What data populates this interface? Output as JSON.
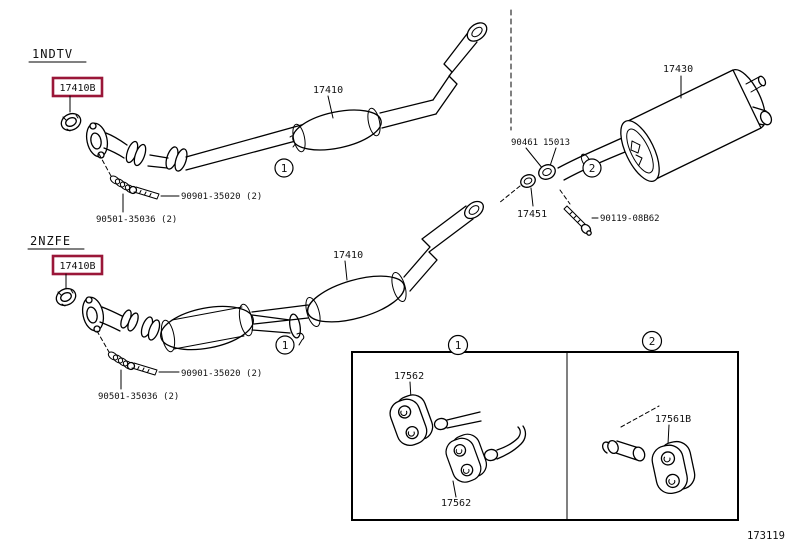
{
  "figure": {
    "number": "173119"
  },
  "colors": {
    "highlight": "#9a1638",
    "line": "#000000",
    "background": "#ffffff"
  },
  "callouts": {
    "one": "1",
    "two": "2"
  },
  "assembly_top": {
    "engine_code": "1NDTV",
    "front_pipe_gasket": "17410B",
    "spring": "90501-35036 (2)",
    "bolt": "90901-35020 (2)",
    "center_pipe": "17410",
    "clamp": "90461",
    "gasket": "15013",
    "ring": "17451",
    "muffler": "17430",
    "muffler_bolt": "90119-08B62"
  },
  "assembly_bottom": {
    "engine_code": "2NZFE",
    "front_pipe_gasket": "17410B",
    "spring": "90501-35036 (2)",
    "bolt": "90901-35020 (2)",
    "center_pipe": "17410"
  },
  "inset": {
    "front_support": "17562",
    "rear_support": "17562",
    "tail_support": "17561B"
  }
}
